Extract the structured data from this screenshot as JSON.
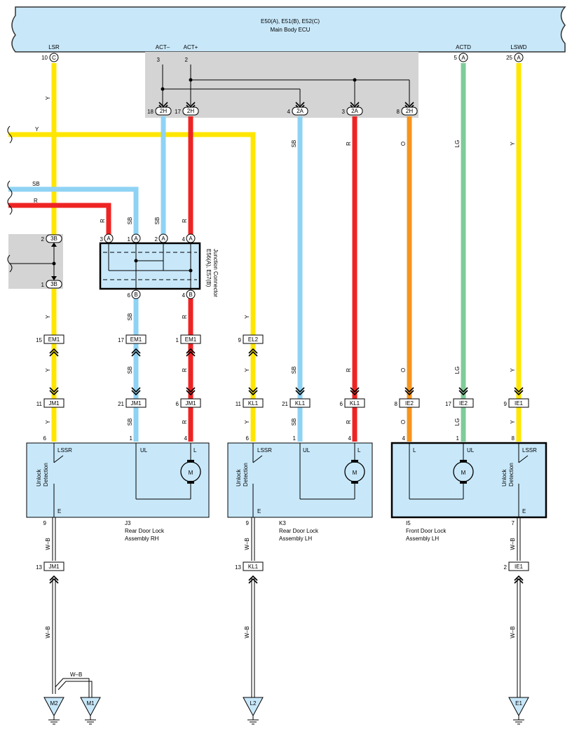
{
  "ecu": {
    "codes": "E50(A), E51(B), E52(C)",
    "name": "Main Body ECU"
  },
  "ecu_pins": [
    {
      "id": "lsr",
      "name": "LSR",
      "num": "10",
      "conn": "C"
    },
    {
      "id": "actm",
      "name": "ACT–",
      "num": "3",
      "conn": ""
    },
    {
      "id": "actp",
      "name": "ACT+",
      "num": "2",
      "conn": ""
    },
    {
      "id": "actd",
      "name": "ACTD",
      "num": "5",
      "conn": "A"
    },
    {
      "id": "lswd",
      "name": "LSWD",
      "num": "25",
      "conn": "A"
    }
  ],
  "ecu_sub_pins": [
    {
      "num": "18",
      "conn": "2H"
    },
    {
      "num": "17",
      "conn": "2H"
    },
    {
      "num": "4",
      "conn": "2A"
    },
    {
      "num": "3",
      "conn": "2A"
    },
    {
      "num": "8",
      "conn": "2H"
    }
  ],
  "wire_colors": {
    "Y": "#ffe600",
    "SB": "#8fd3f4",
    "R": "#ee2424",
    "O": "#f7941d",
    "LG": "#7fcc98",
    "WB": "#000000"
  },
  "wire_labels": [
    "Y",
    "Y",
    "SB",
    "R",
    "SB",
    "R",
    "SB",
    "R",
    "O",
    "LG",
    "Y",
    "Y",
    "SB",
    "R",
    "Y",
    "Y",
    "SB",
    "R",
    "Y",
    "SB",
    "R",
    "O",
    "LG",
    "Y",
    "Y",
    "SB",
    "R",
    "Y",
    "SB",
    "R",
    "O",
    "LG",
    "Y",
    "W–B",
    "W–B",
    "W–B",
    "W–B",
    "W–B",
    "W–B",
    "W–B"
  ],
  "splice": {
    "top_num": "2",
    "top_conn": "3B",
    "bottom_num": "1",
    "bottom_conn": "3B"
  },
  "junction": {
    "code": "E56(A), E57(B)",
    "name": "Junction Connector",
    "top_pins": [
      {
        "num": "3",
        "conn": "A"
      },
      {
        "num": "1",
        "conn": "A"
      },
      {
        "num": "2",
        "conn": "A"
      },
      {
        "num": "4",
        "conn": "A"
      }
    ],
    "bottom_pins": [
      {
        "num": "6",
        "conn": "B"
      },
      {
        "num": "4",
        "conn": "B"
      }
    ]
  },
  "connectors_row1": [
    {
      "num": "15",
      "code": "EM1"
    },
    {
      "num": "17",
      "code": "EM1"
    },
    {
      "num": "1",
      "code": "EM1"
    },
    {
      "num": "9",
      "code": "EL2"
    }
  ],
  "connectors_row2": [
    {
      "num": "11",
      "code": "JM1"
    },
    {
      "num": "21",
      "code": "JM1"
    },
    {
      "num": "6",
      "code": "JM1"
    },
    {
      "num": "11",
      "code": "KL1"
    },
    {
      "num": "21",
      "code": "KL1"
    },
    {
      "num": "6",
      "code": "KL1"
    },
    {
      "num": "8",
      "code": "IE2"
    },
    {
      "num": "17",
      "code": "IE2"
    },
    {
      "num": "9",
      "code": "IE1"
    }
  ],
  "assemblies": [
    {
      "code": "J3",
      "name1": "Rear Door Lock",
      "name2": "Assembly RH",
      "pins": [
        "6",
        "1",
        "4",
        "9"
      ],
      "terms": [
        "LSSR",
        "UL",
        "L",
        "E"
      ]
    },
    {
      "code": "K3",
      "name1": "Rear Door Lock",
      "name2": "Assembly LH",
      "pins": [
        "6",
        "1",
        "4",
        "9"
      ],
      "terms": [
        "LSSR",
        "UL",
        "L",
        "E"
      ]
    },
    {
      "code": "I5",
      "name1": "Front Door Lock",
      "name2": "Assembly LH",
      "pins": [
        "4",
        "1",
        "8",
        "7"
      ],
      "terms": [
        "L",
        "UL",
        "LSSR",
        "E"
      ]
    }
  ],
  "switch_label": {
    "line1": "Unlock",
    "line2": "Detection"
  },
  "motor_label": "M",
  "ground_connectors": [
    {
      "num": "13",
      "code": "JM1"
    },
    {
      "num": "13",
      "code": "KL1"
    },
    {
      "num": "2",
      "code": "IE1"
    }
  ],
  "grounds": [
    "M2",
    "M1",
    "L2",
    "E1"
  ]
}
